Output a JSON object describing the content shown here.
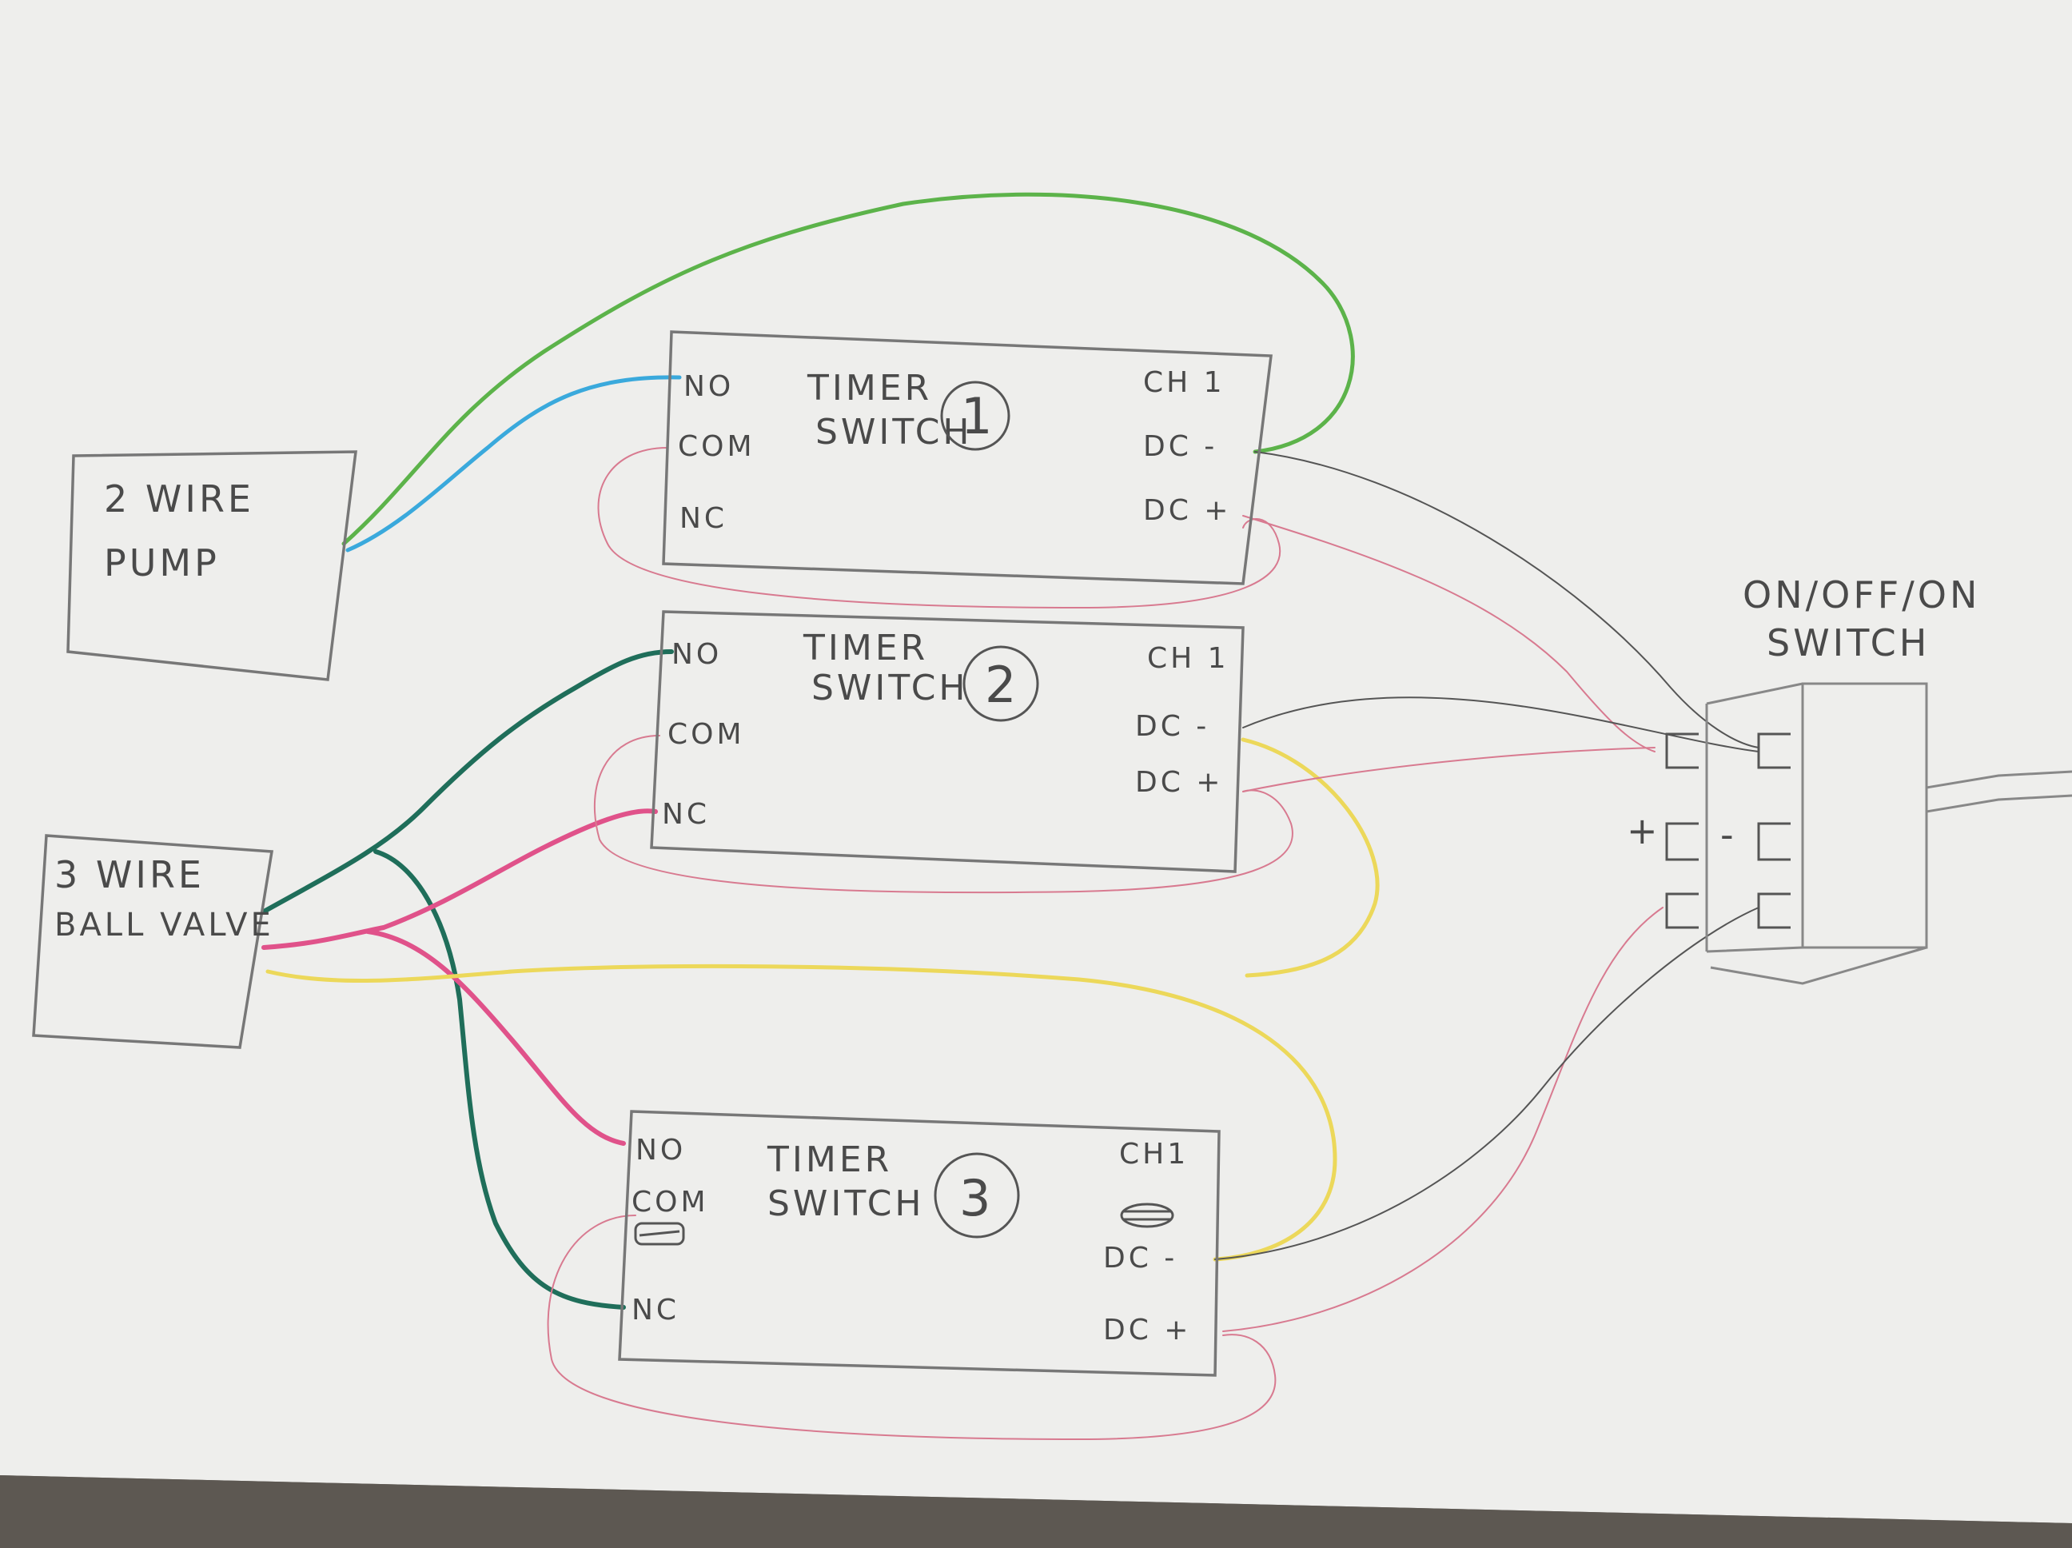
{
  "colors": {
    "paper": "#eeeeec",
    "pencil": "#6a6a6a",
    "green": "#5cb34a",
    "blue": "#3aa9dc",
    "dark_green": "#1f6e5a",
    "pink": "#e0528a",
    "thin_red": "#c8607a",
    "yellow": "#ecd85a",
    "black": "#3f3f3f"
  },
  "pump": {
    "line1": "2 WIRE",
    "line2": "PUMP"
  },
  "valve": {
    "line1": "3 WIRE",
    "line2": "BALL VALVE"
  },
  "timers": [
    {
      "title1": "TIMER",
      "title2": "SWITCH",
      "number": "1",
      "left_pins": [
        "NO",
        "COM",
        "NC"
      ],
      "right_pins": [
        "CH 1",
        "DC -",
        "DC +"
      ]
    },
    {
      "title1": "TIMER",
      "title2": "SWITCH",
      "number": "2",
      "left_pins": [
        "NO",
        "COM",
        "NC"
      ],
      "right_pins": [
        "CH 1",
        "DC -",
        "DC +"
      ]
    },
    {
      "title1": "TIMER",
      "title2": "SWITCH",
      "number": "3",
      "left_pins": [
        "NO",
        "COM",
        "NC"
      ],
      "right_pins": [
        "CH1",
        "DC -",
        "DC +"
      ]
    }
  ],
  "switch": {
    "line1": "ON/OFF/ON",
    "line2": "SWITCH",
    "plus": "+",
    "minus": "-"
  },
  "wires": [
    {
      "name": "pump-green-wire",
      "color": "green"
    },
    {
      "name": "pump-blue-wire",
      "color": "blue"
    },
    {
      "name": "valve-dark-green-wire",
      "color": "dark_green"
    },
    {
      "name": "valve-pink-wire",
      "color": "pink"
    },
    {
      "name": "valve-yellow-wire",
      "color": "yellow"
    }
  ]
}
